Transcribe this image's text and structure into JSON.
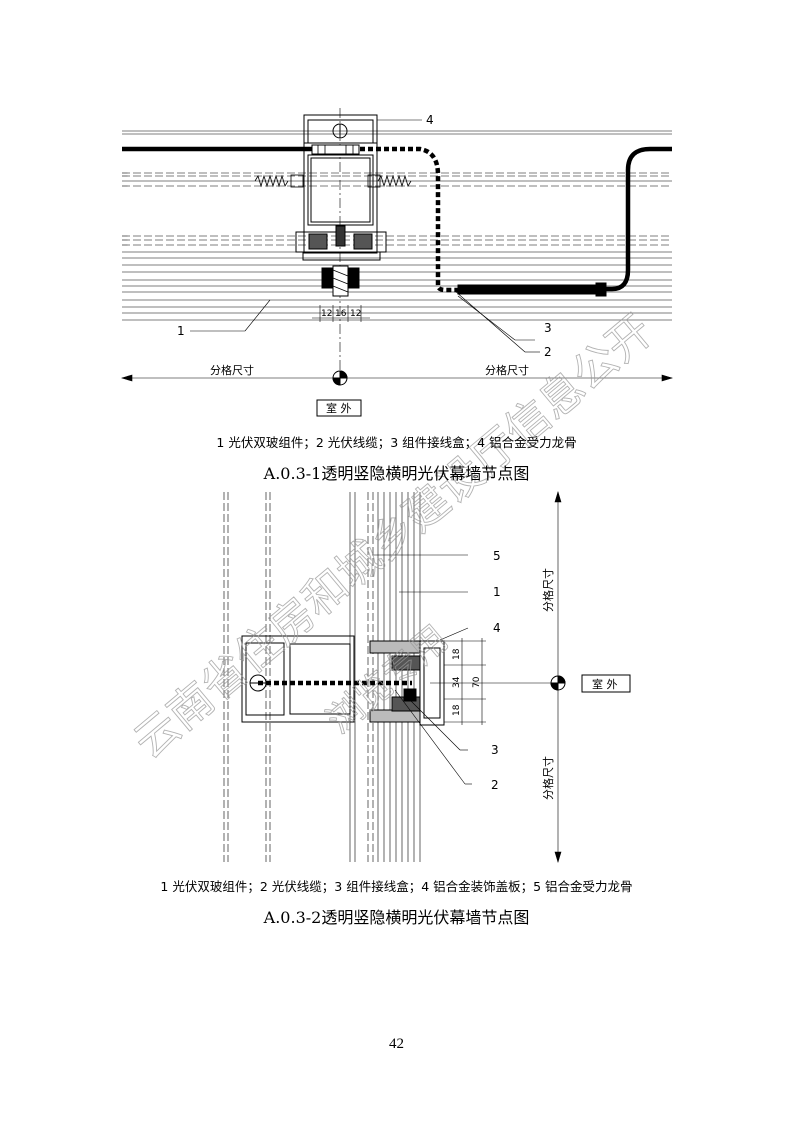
{
  "figure1": {
    "callouts": [
      "1",
      "2",
      "3",
      "4"
    ],
    "dims": [
      "12",
      "16",
      "12"
    ],
    "span_label_left": "分格尺寸",
    "span_label_right": "分格尺寸",
    "exterior_label": "室 外",
    "legend": "1  光伏双玻组件；2  光伏线缆；3  组件接线盒；4  铝合金受力龙骨",
    "caption": "A.0.3-1透明竖隐横明光伏幕墙节点图"
  },
  "figure2": {
    "callouts": [
      "1",
      "2",
      "3",
      "4",
      "5"
    ],
    "dims": [
      "18",
      "34",
      "70",
      "18"
    ],
    "span_label_top": "分格尺寸",
    "span_label_bottom": "分格尺寸",
    "exterior_label": "室 外",
    "legend": "1  光伏双玻组件；2  光伏线缆；3  组件接线盒；4  铝合金装饰盖板；5  铝合金受力龙骨",
    "caption": "A.0.3-2透明竖隐横明光伏幕墙节点图"
  },
  "watermark": "云南省住房和城乡建设厅信息公开",
  "watermark_sub": "浏览专用",
  "page_number": "42"
}
